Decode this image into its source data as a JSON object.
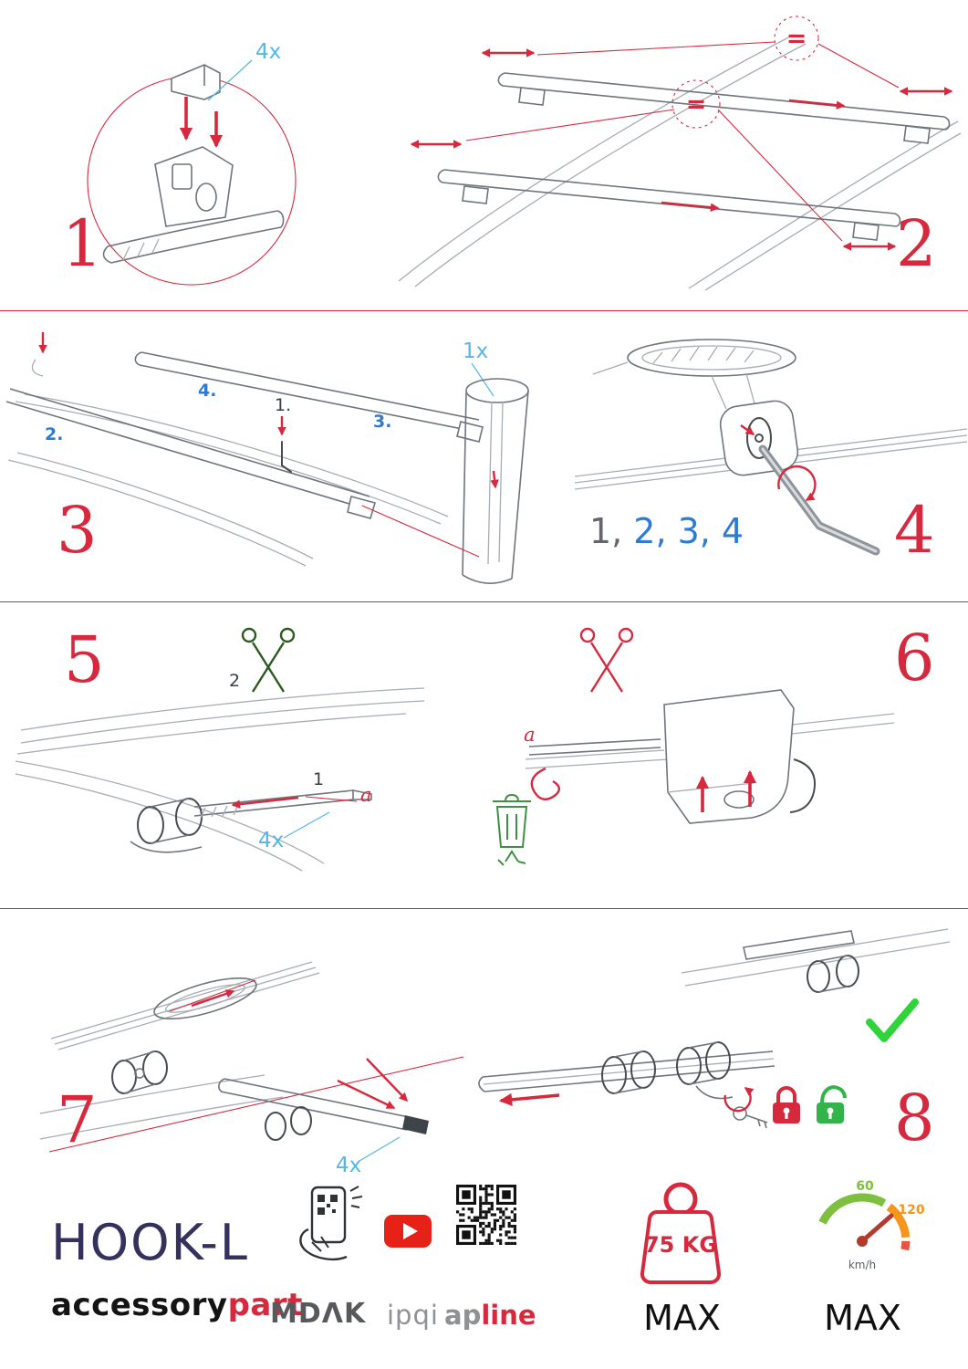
{
  "steps": {
    "s1": {
      "number": "1",
      "qty": "4x"
    },
    "s2": {
      "number": "2",
      "eq1": "=",
      "eq2": "="
    },
    "s3": {
      "number": "3",
      "qty": "1x",
      "l1": "1.",
      "l2": "2.",
      "l3": "3.",
      "l4": "4."
    },
    "s4": {
      "number": "4",
      "seq1": "1,",
      "seq2": "2, 3, 4"
    },
    "s5": {
      "number": "5",
      "cut": "2",
      "slot": "1",
      "a": "a",
      "qty": "4x"
    },
    "s6": {
      "number": "6",
      "a": "a"
    },
    "s7": {
      "number": "7",
      "qty": "4x"
    },
    "s8": {
      "number": "8"
    }
  },
  "footer": {
    "product": "HOOK-L",
    "brand1": "accessory",
    "brand2": "part",
    "logo_mdak": "MDΛK",
    "logo_ipqi": "ipqi",
    "logo_ap": "ap",
    "logo_line": "line",
    "weight_value": "75 KG",
    "weight_max": "MAX",
    "speed_60": "60",
    "speed_120": "120",
    "speed_unit": "km/h",
    "speed_max": "MAX"
  },
  "colors": {
    "accent_red": "#d6293e",
    "cyan_label": "#56b7e6",
    "blue_label": "#2e7bd6",
    "green": "#32b44a",
    "orange": "#f7941d",
    "navy": "#34315c"
  }
}
